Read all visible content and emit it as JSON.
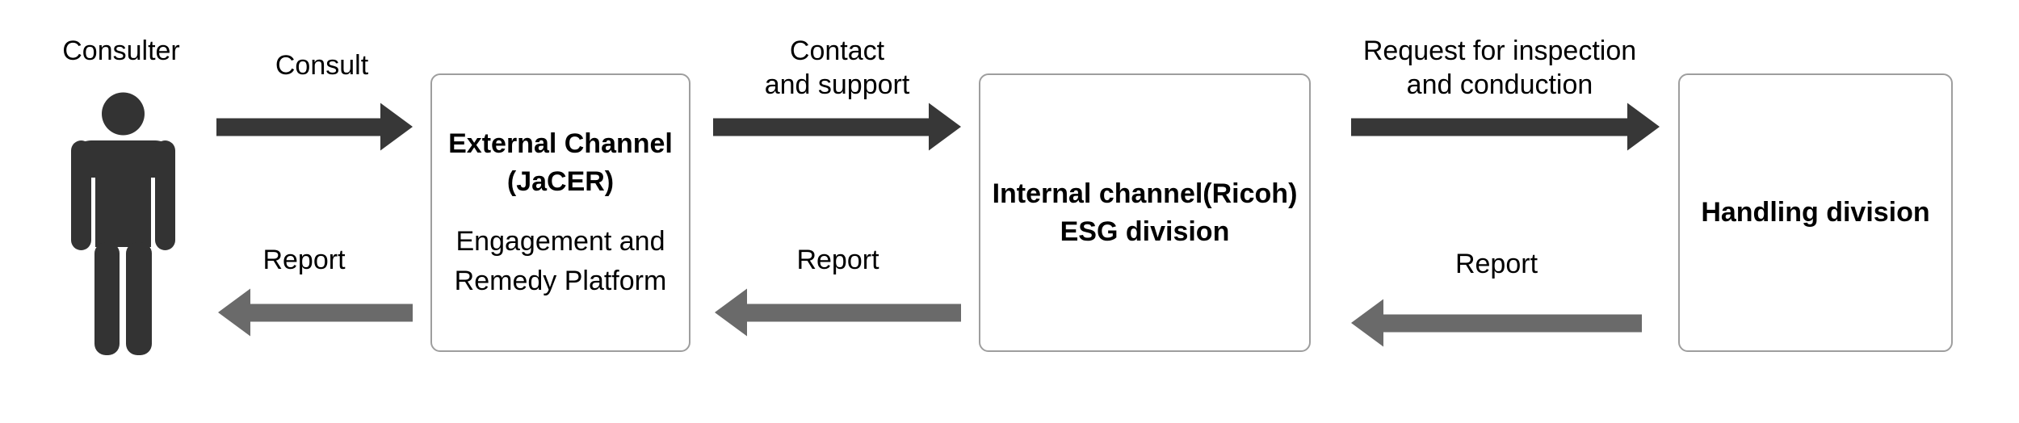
{
  "consulter": {
    "label": "Consulter"
  },
  "flows": {
    "consult": {
      "label": "Consult"
    },
    "contact_support": {
      "line1": "Contact",
      "line2": "and support"
    },
    "request_inspection": {
      "line1": "Request for inspection",
      "line2": "and conduction"
    },
    "report_to_consulter": {
      "label": "Report"
    },
    "report_to_external": {
      "label": "Report"
    },
    "report_to_internal": {
      "label": "Report"
    }
  },
  "boxes": {
    "external_channel": {
      "title_line1": "External Channel",
      "title_line2": "(JaCER)",
      "subtitle_line1": "Engagement and",
      "subtitle_line2": "Remedy Platform"
    },
    "internal_channel": {
      "title_line1": "Internal channel(Ricoh)",
      "title_line2": "ESG division"
    },
    "handling_division": {
      "title": "Handling division"
    }
  },
  "colors": {
    "forward_arrow": "#373737",
    "report_arrow": "#6a6a6a",
    "person_icon": "#333333",
    "box_border": "#9e9e9e",
    "text": "#000000",
    "background": "#ffffff"
  }
}
